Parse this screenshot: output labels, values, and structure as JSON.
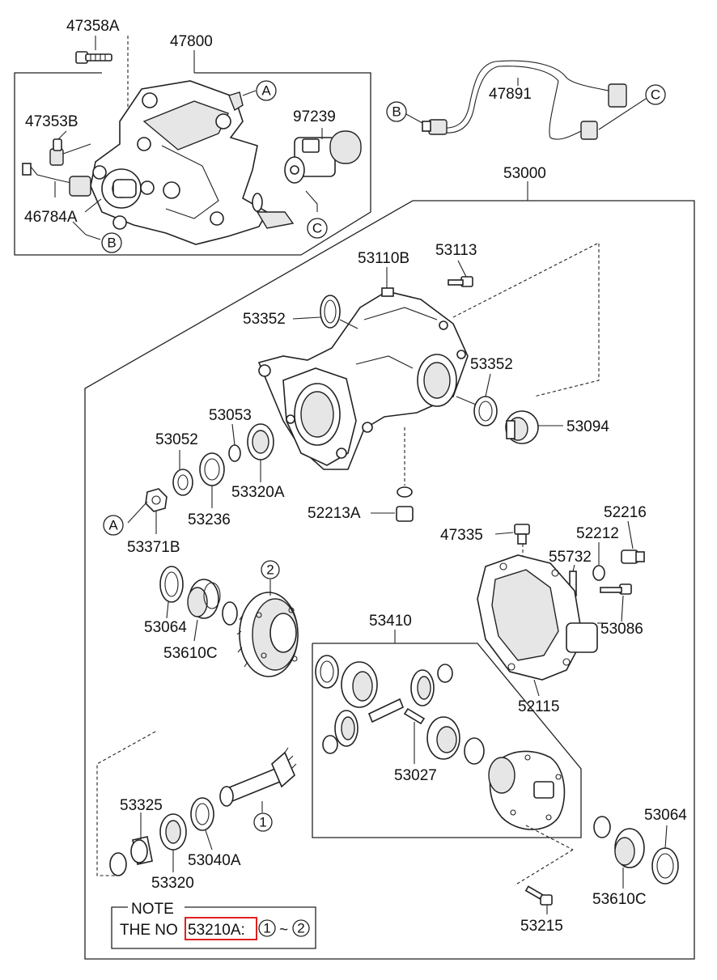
{
  "parts": {
    "p47358A": "47358A",
    "p47800": "47800",
    "p47353B": "47353B",
    "p97239": "97239",
    "p46784A": "46784A",
    "p47891": "47891",
    "p53000": "53000",
    "p53110B": "53110B",
    "p53113": "53113",
    "p53352a": "53352",
    "p53352b": "53352",
    "p53094": "53094",
    "p53053": "53053",
    "p53052": "53052",
    "p53320A": "53320A",
    "p53236": "53236",
    "p53371B": "53371B",
    "p52213A": "52213A",
    "p47335": "47335",
    "p52216": "52216",
    "p52212": "52212",
    "p55732": "55732",
    "p53086": "53086",
    "p52115": "52115",
    "p53064a": "53064",
    "p53610Ca": "53610C",
    "p53410": "53410",
    "p53027": "53027",
    "p53325": "53325",
    "p53320": "53320",
    "p53040A": "53040A",
    "p53064b": "53064",
    "p53610Cb": "53610C",
    "p53215": "53215"
  },
  "callouts": {
    "A": "A",
    "B": "B",
    "C": "C",
    "one": "1",
    "two": "2"
  },
  "note": {
    "title": "NOTE",
    "prefix": "THE NO",
    "highlight": "53210A:",
    "c1": "1",
    "tilde": "~",
    "c2": "2"
  },
  "colors": {
    "line": "#222222",
    "highlight": "#e0201e",
    "background": "#ffffff"
  }
}
